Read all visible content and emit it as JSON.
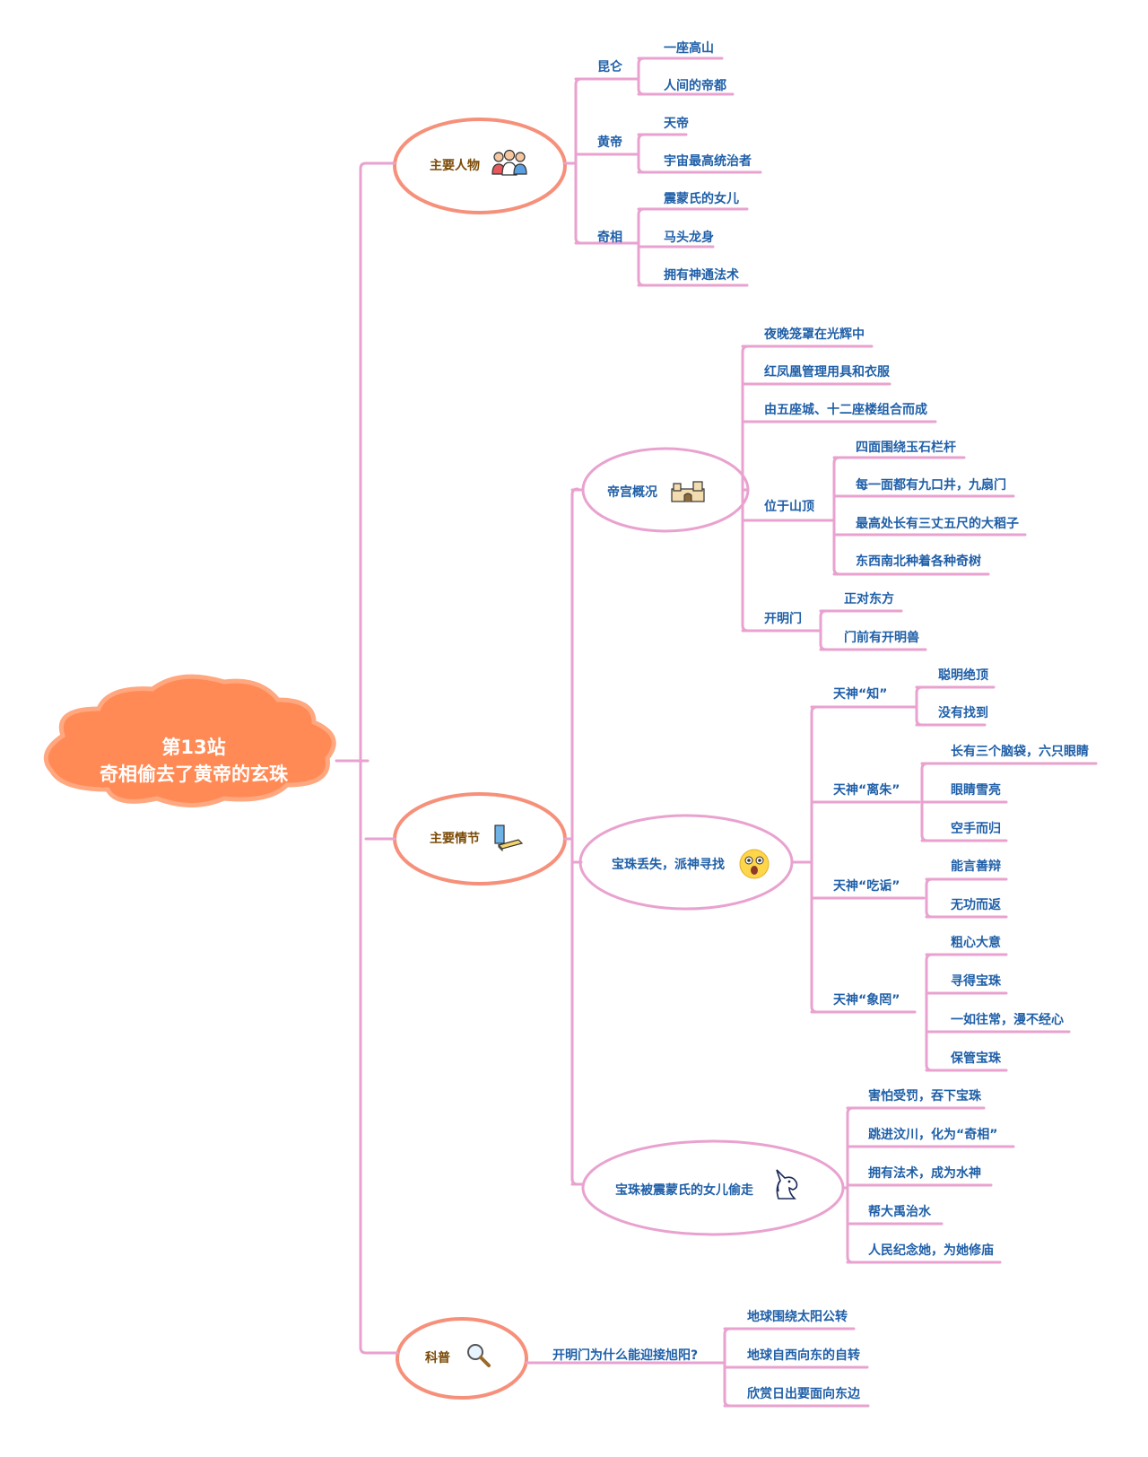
{
  "colors": {
    "root_fill": "#ff8a55",
    "root_stroke": "#ffa77f",
    "branch_stroke": "#f6907a",
    "line": "#e9a2cf",
    "leaf_text": "#1f5fa8",
    "branch_text": "#7a4a06"
  },
  "root": {
    "line1": "第13站",
    "line2": "奇相偷去了黄帝的玄珠"
  },
  "branches": [
    {
      "label": "主要人物",
      "icon": "people-icon",
      "children": [
        {
          "label": "昆仑",
          "children": [
            "一座高山",
            "人间的帝都"
          ]
        },
        {
          "label": "黄帝",
          "children": [
            "天帝",
            "宇宙最高统治者"
          ]
        },
        {
          "label": "奇相",
          "children": [
            "震蒙氏的女儿",
            "马头龙身",
            "拥有神通法术"
          ]
        }
      ]
    },
    {
      "label": "主要情节",
      "icon": "book-icon",
      "children": [
        {
          "label": "帝宫概况",
          "icon": "palace-wall-icon",
          "children": [
            {
              "label": "夜晚笼罩在光辉中"
            },
            {
              "label": "红凤凰管理用具和衣服"
            },
            {
              "label": "由五座城、十二座楼组合而成"
            },
            {
              "label": "位于山顶",
              "children": [
                "四面围绕玉石栏杆",
                "每一面都有九口井，九扇门",
                "最高处长有三丈五尺的大稻子",
                "东西南北种着各种奇树"
              ]
            },
            {
              "label": "开明门",
              "children": [
                "正对东方",
                "门前有开明兽"
              ]
            }
          ]
        },
        {
          "label": "宝珠丢失，派神寻找",
          "icon": "surprised-face-icon",
          "children": [
            {
              "label": "天神“知”",
              "children": [
                "聪明绝顶",
                "没有找到"
              ]
            },
            {
              "label": "天神“离朱”",
              "children": [
                "长有三个脑袋，六只眼睛",
                "眼睛雪亮",
                "空手而归"
              ]
            },
            {
              "label": "天神“吃诟”",
              "children": [
                "能言善辩",
                "无功而返"
              ]
            },
            {
              "label": "天神“象罔”",
              "children": [
                "粗心大意",
                "寻得宝珠",
                "一如往常，漫不经心",
                "保管宝珠"
              ]
            }
          ]
        },
        {
          "label": "宝珠被震蒙氏的女儿偷走",
          "icon": "unicorn-icon",
          "children": [
            "害怕受罚，吞下宝珠",
            "跳进汶川，化为“奇相”",
            "拥有法术，成为水神",
            "帮大禹治水",
            "人民纪念她，为她修庙"
          ]
        }
      ]
    },
    {
      "label": "科普",
      "icon": "magnifier-icon",
      "children": [
        {
          "label": "开明门为什么能迎接旭阳?",
          "children": [
            "地球围绕太阳公转",
            "地球自西向东的自转",
            "欣赏日出要面向东边"
          ]
        }
      ]
    }
  ]
}
